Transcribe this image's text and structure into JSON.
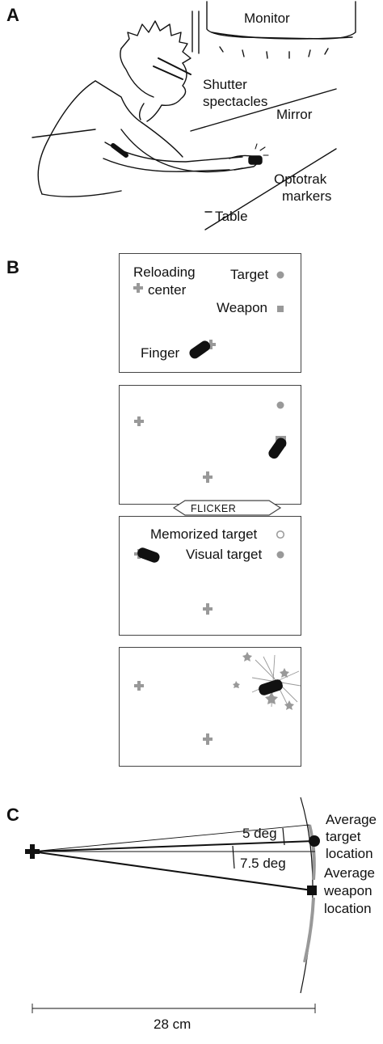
{
  "panels": {
    "a": {
      "letter": "A",
      "labels": {
        "monitor": "Monitor",
        "shutter_line1": "Shutter",
        "shutter_line2": "spectacles",
        "mirror": "Mirror",
        "optotrak_line1": "Optotrak",
        "optotrak_line2": "markers",
        "table": "Table"
      }
    },
    "b": {
      "letter": "B",
      "screen1": {
        "reloading_line1": "Reloading",
        "reloading_line2": "center",
        "target": "Target",
        "weapon": "Weapon",
        "finger": "Finger"
      },
      "flicker": "FLICKER",
      "screen3": {
        "memorized_target": "Memorized target",
        "visual_target": "Visual target"
      }
    },
    "c": {
      "letter": "C",
      "angle_small": "5 deg",
      "angle_large": "7.5 deg",
      "target_line1": "Average",
      "target_line2": "target",
      "target_line3": "location",
      "weapon_line1": "Average",
      "weapon_line2": "weapon",
      "weapon_line3": "location",
      "scale": "28 cm"
    }
  },
  "colors": {
    "ink": "#111111",
    "marker_gray": "#999999",
    "frame": "#444444"
  }
}
